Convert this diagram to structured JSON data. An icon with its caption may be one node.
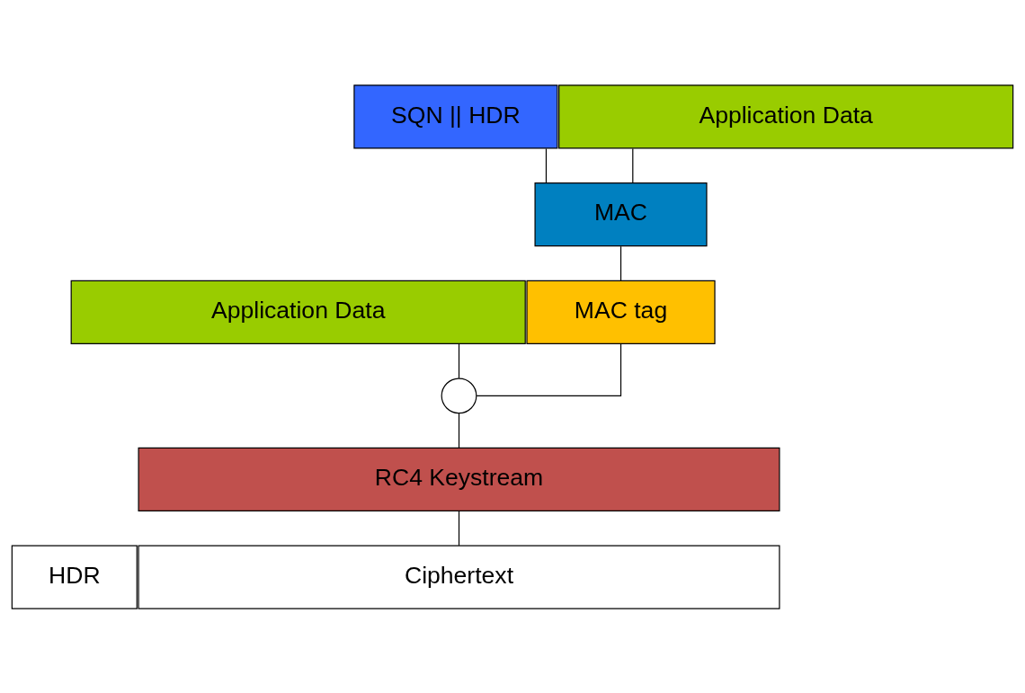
{
  "diagram": {
    "nodes": [
      {
        "text": [
          "SQN || HDR"
        ]
      },
      {
        "text": [
          "Application Data"
        ]
      },
      {
        "text": [
          "MAC"
        ]
      },
      {
        "text": [
          "Application Data"
        ]
      },
      {
        "text": [
          "MAC tag"
        ]
      },
      {
        "text": [],
        "shape": "circle"
      },
      {
        "text": [
          "RC4 Keystream"
        ]
      },
      {
        "text": [
          "HDR"
        ]
      },
      {
        "text": [
          "Ciphertext"
        ]
      }
    ],
    "edges": [
      {
        "from": 0,
        "to": 2,
        "arrow": "none"
      },
      {
        "from": 1,
        "to": 2,
        "arrow": "none"
      },
      {
        "from": 2,
        "to": 4,
        "arrow": "none"
      },
      {
        "from": 3,
        "to": 5,
        "arrow": "none"
      },
      {
        "from": 4,
        "to": 5,
        "arrow": "none"
      },
      {
        "from": 5,
        "to": 6,
        "arrow": "none"
      },
      {
        "from": 6,
        "to": 8,
        "arrow": "none"
      }
    ]
  }
}
